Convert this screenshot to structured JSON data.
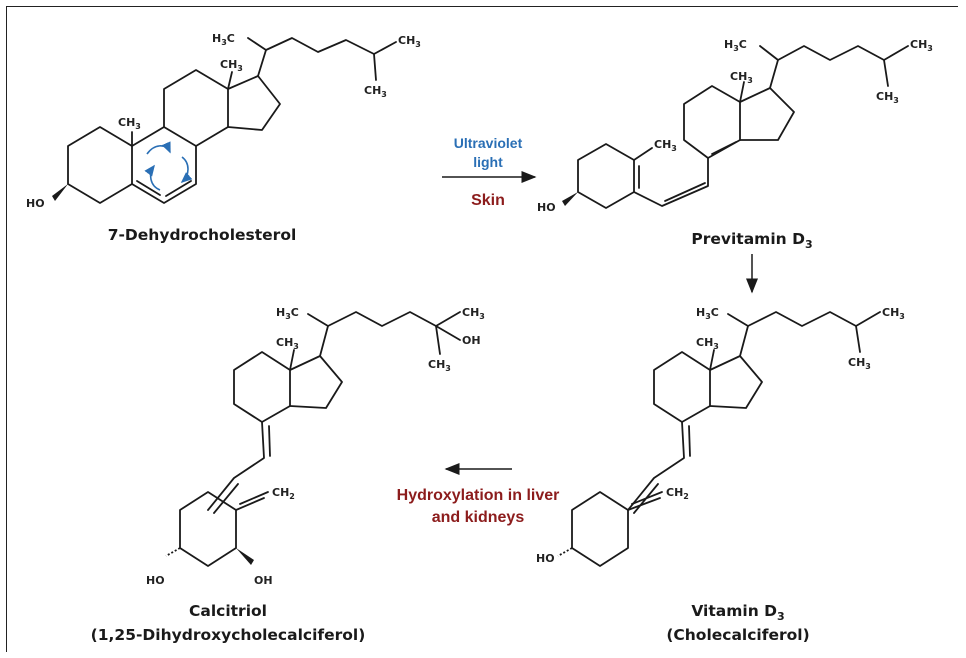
{
  "colors": {
    "oh": "#c01a5a",
    "ch": "#1e8a3c",
    "light": "#2a6fb5",
    "condition": "#8c1c1c",
    "text": "#1a1a1a"
  },
  "compounds": {
    "dehydro": {
      "name": "7-Dehydrocholesterol"
    },
    "previtamin": {
      "name": "Previtamin D",
      "sub": "3"
    },
    "vitamin": {
      "name": "Vitamin D",
      "sub": "3",
      "alt": "(Cholecalciferol)"
    },
    "calcitriol": {
      "name": "Calcitriol",
      "alt": "(1,25-Dihydroxycholecalciferol)"
    }
  },
  "conditions": {
    "uv_line1": "Ultraviolet",
    "uv_line2": "light",
    "skin": "Skin",
    "hydrox_line1": "Hydroxylation in liver",
    "hydrox_line2": "and kidneys"
  },
  "groups": {
    "ho": "HO",
    "oh": "OH",
    "h3c": "H",
    "ch": "CH",
    "three": "3",
    "two": "2"
  }
}
